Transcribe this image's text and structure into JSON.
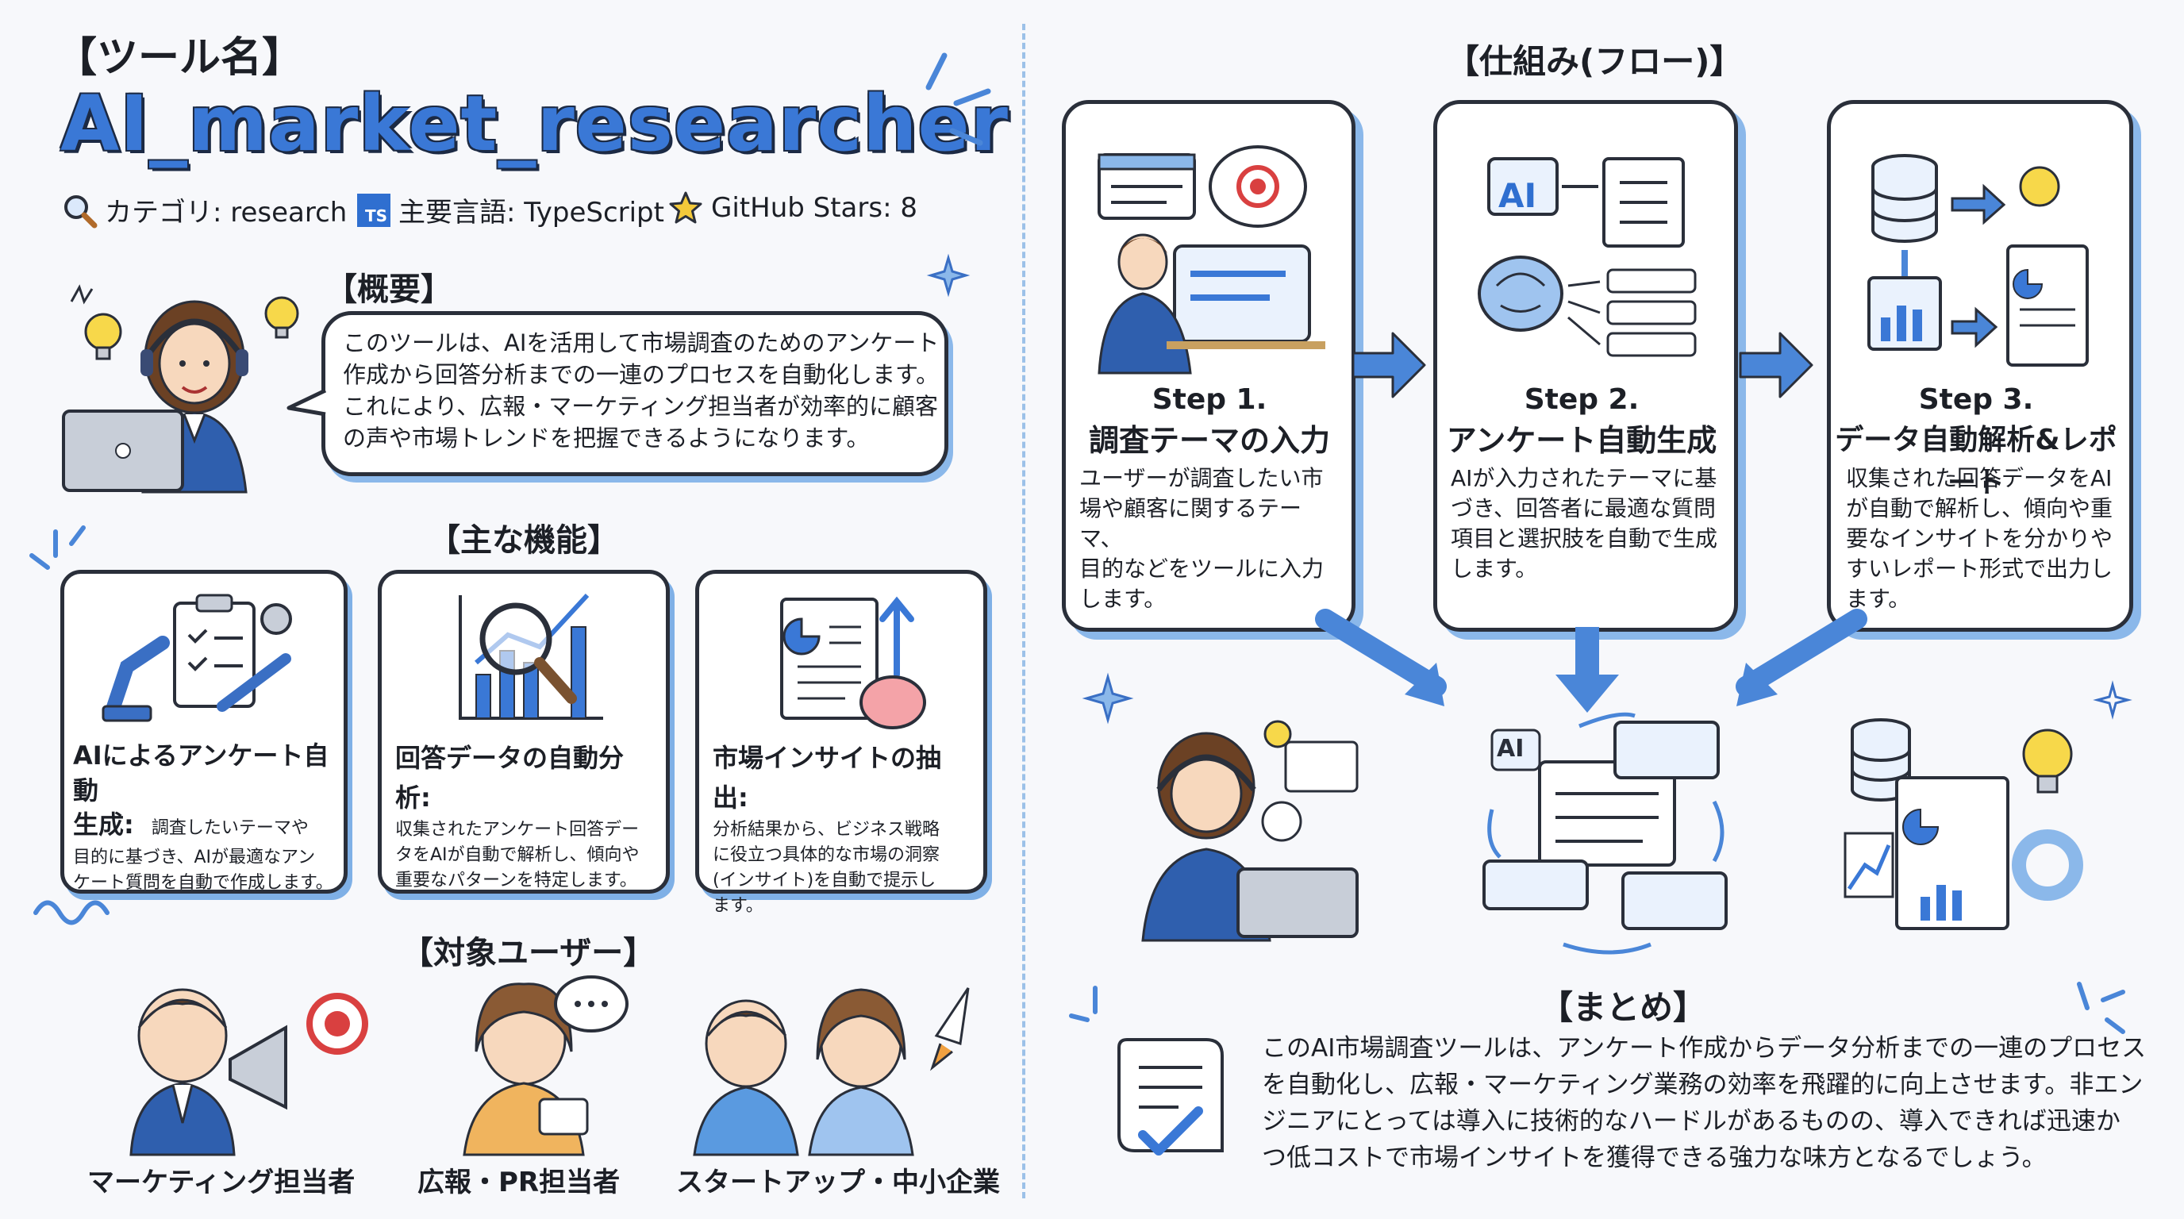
{
  "header": {
    "tool_label": "【ツール名】",
    "tool_name": "AI_market_researcher",
    "meta": [
      {
        "icon": "magnifier-icon",
        "text": "カテゴリ: research"
      },
      {
        "icon": "typescript-icon",
        "icon_text": "TS",
        "text": "主要言語: TypeScript"
      },
      {
        "icon": "star-icon",
        "text": "GitHub Stars: 8"
      }
    ]
  },
  "overview": {
    "heading": "【概要】",
    "lines": [
      "このツールは、AIを活用して市場調査のためのアンケート",
      "作成から回答分析までの一連のプロセスを自動化します。",
      "これにより、広報・マーケティング担当者が効率的に顧客",
      "の声や市場トレンドを把握できるようになります。"
    ]
  },
  "features": {
    "heading": "【主な機能】",
    "items": [
      {
        "title": [
          "AIによるアンケート自動",
          "生成:"
        ],
        "desc": [
          "調査したいテーマや",
          "目的に基づき、AIが最適なアン",
          "ケート質問を自動で作成します。"
        ]
      },
      {
        "title": [
          "回答データの自動分析:"
        ],
        "desc": [
          "収集されたアンケート回答デー",
          "タをAIが自動で解析し、傾向や",
          "重要なパターンを特定します。"
        ]
      },
      {
        "title": [
          "市場インサイトの抽出:"
        ],
        "desc": [
          "分析結果から、ビジネス戦略",
          "に役立つ具体的な市場の洞察",
          "(インサイト)を自動で提示し",
          "ます。"
        ]
      }
    ]
  },
  "target_users": {
    "heading": "【対象ユーザー】",
    "items": [
      "マーケティング担当者",
      "広報・PR担当者",
      "スタートアップ・中小企業"
    ]
  },
  "flow": {
    "heading": "【仕組み(フロー)】",
    "steps": [
      {
        "label": "Step 1.",
        "title": "調査テーマの入力",
        "desc": [
          "ユーザーが調査したい市",
          "場や顧客に関するテーマ、",
          "目的などをツールに入力",
          "します。"
        ]
      },
      {
        "label": "Step 2.",
        "title": "アンケート自動生成",
        "desc": [
          "AIが入力されたテーマに基",
          "づき、回答者に最適な質問",
          "項目と選択肢を自動で生成",
          "します。"
        ]
      },
      {
        "label": "Step 3.",
        "title": "データ自動解析&レポート",
        "desc": [
          "収集された回答データをAI",
          "が自動で解析し、傾向や重",
          "要なインサイトを分かりや",
          "すいレポート形式で出力し",
          "ます。"
        ]
      }
    ],
    "ai_badge": "AI"
  },
  "summary": {
    "heading": "【まとめ】",
    "lines": [
      "このAI市場調査ツールは、アンケート作成からデータ分析までの一連のプロセス",
      "を自動化し、広報・マーケティング業務の効率を飛躍的に向上させます。非エン",
      "ジニアにとっては導入に技術的なハードルがあるものの、導入できれば迅速か",
      "つ低コストで市場インサイトを獲得できる強力な味方となるでしょう。"
    ]
  },
  "colors": {
    "accent_blue": "#2f6fd0",
    "light_blue": "#8bb8ea",
    "title_blue": "#3a78d6",
    "ink": "#2a2f3a",
    "star_yellow": "#f3c93a"
  }
}
